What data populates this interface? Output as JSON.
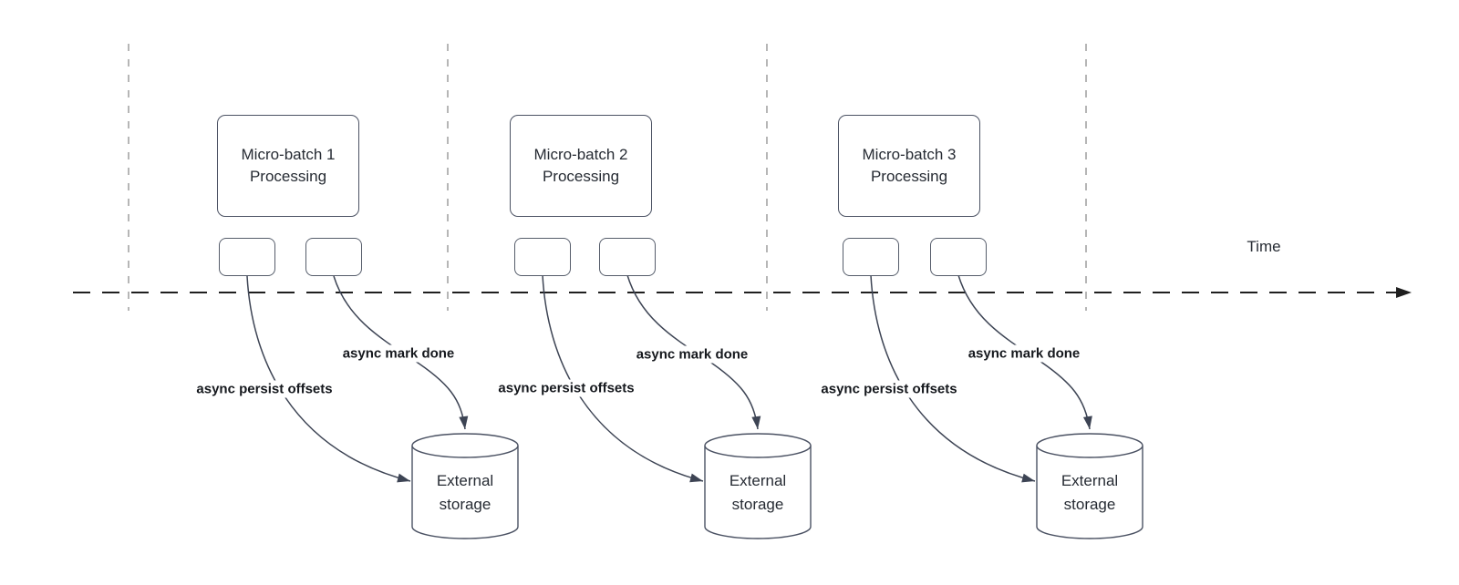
{
  "colors": {
    "timeline_stroke": "#1f1f1f",
    "guide_gray": "#a4a4a4",
    "arrow_slate": "#3d4454",
    "box_border": "#4b5263",
    "text_primary": "#262b33",
    "label_text": "#15181d",
    "background": "#ffffff"
  },
  "timeline": {
    "axis_label": "Time"
  },
  "batches": [
    {
      "title_lines": [
        "Micro-batch 1",
        "Processing"
      ],
      "persist_label": "async persist offsets",
      "done_label": "async mark done",
      "storage_lines": [
        "External",
        "storage"
      ]
    },
    {
      "title_lines": [
        "Micro-batch 2",
        "Processing"
      ],
      "persist_label": "async persist offsets",
      "done_label": "async mark done",
      "storage_lines": [
        "External",
        "storage"
      ]
    },
    {
      "title_lines": [
        "Micro-batch 3",
        "Processing"
      ],
      "persist_label": "async persist offsets",
      "done_label": "async mark done",
      "storage_lines": [
        "External",
        "storage"
      ]
    }
  ]
}
